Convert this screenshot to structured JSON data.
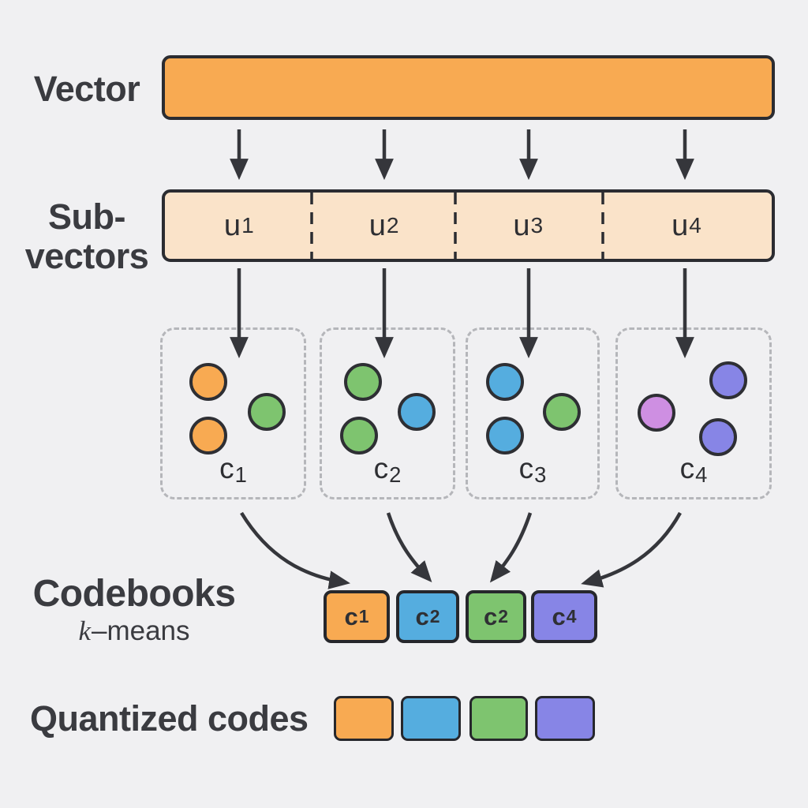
{
  "colors": {
    "background": "#F0F0F2",
    "orange": "#F8AA52",
    "cream": "#FAE3C9",
    "green": "#7EC46F",
    "blue": "#55ADDF",
    "purple": "#8785E6",
    "violet": "#CE8FE2",
    "outline": "#2B2C31",
    "arrow": "#35363B",
    "text": "#3A3B40",
    "dashed_box_border": "#B5B6BA"
  },
  "vector": {
    "label": "Vector",
    "fill": "orange"
  },
  "subvectors": {
    "label_line1": "Sub-",
    "label_line2": "vectors",
    "fill": "cream",
    "segments": [
      {
        "base": "u",
        "sub": "1"
      },
      {
        "base": "u",
        "sub": "2"
      },
      {
        "base": "u",
        "sub": "3"
      },
      {
        "base": "u",
        "sub": "4"
      }
    ]
  },
  "codebook_boxes": [
    {
      "label_base": "c",
      "label_sub": "1",
      "circles": [
        "orange",
        "orange",
        "green"
      ]
    },
    {
      "label_base": "c",
      "label_sub": "2",
      "circles": [
        "green",
        "green",
        "blue"
      ]
    },
    {
      "label_base": "c",
      "label_sub": "3",
      "circles": [
        "blue",
        "blue",
        "green"
      ]
    },
    {
      "label_base": "c",
      "label_sub": "4",
      "circles": [
        "purple",
        "violet",
        "purple"
      ]
    }
  ],
  "codebooks": {
    "label": "Codebooks",
    "sublabel_italic": "k",
    "sublabel_rest": "–means",
    "cells": [
      {
        "base": "c",
        "sub": "1",
        "fill": "orange"
      },
      {
        "base": "c",
        "sub": "2",
        "fill": "blue"
      },
      {
        "base": "c",
        "sub": "2",
        "fill": "green"
      },
      {
        "base": "c",
        "sub": "4",
        "fill": "purple"
      }
    ]
  },
  "quantized": {
    "label": "Quantized codes",
    "cells": [
      {
        "fill": "orange"
      },
      {
        "fill": "blue"
      },
      {
        "fill": "green"
      },
      {
        "fill": "purple"
      }
    ]
  }
}
